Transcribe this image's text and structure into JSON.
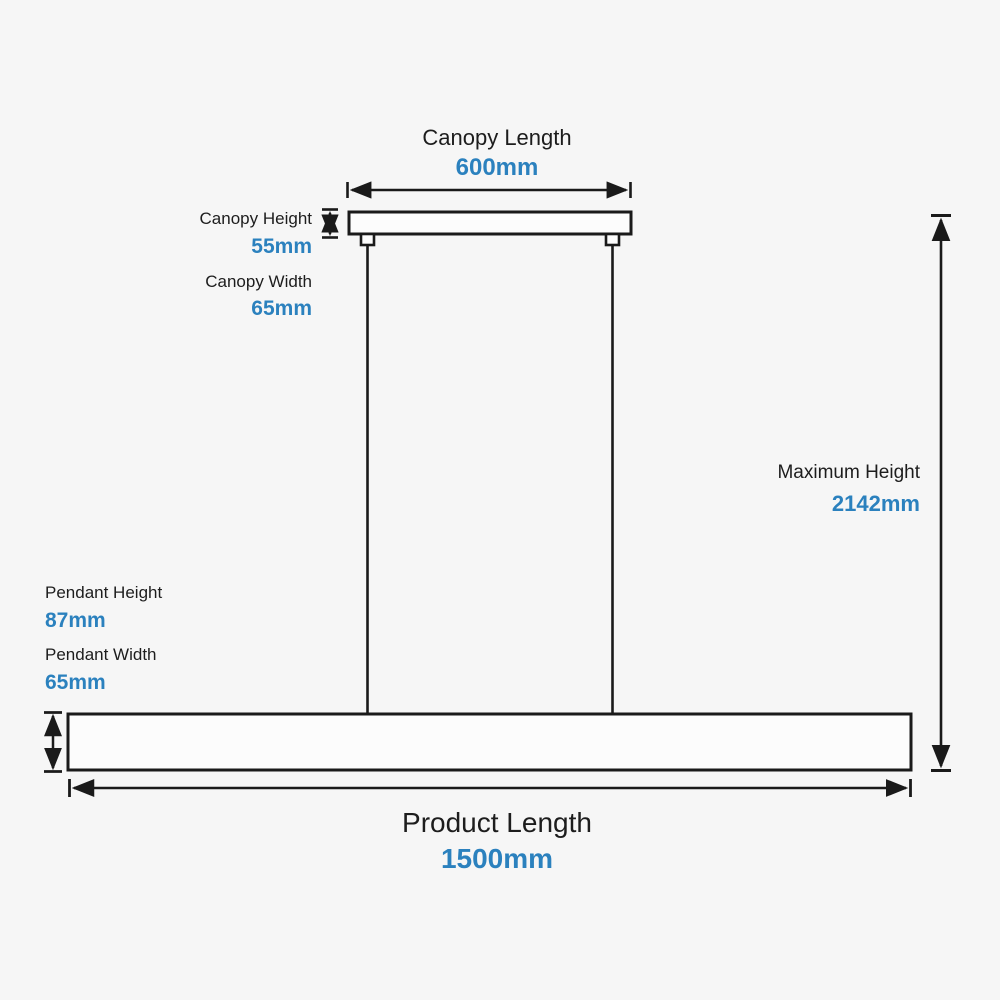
{
  "diagram": {
    "type": "product-dimension-diagram",
    "subject": "linear pendant light fixture",
    "dimensions": {
      "canopy_length": {
        "label": "Canopy Length",
        "value": "600mm"
      },
      "canopy_height": {
        "label": "Canopy Height",
        "value": "55mm"
      },
      "canopy_width": {
        "label": "Canopy Width",
        "value": "65mm"
      },
      "maximum_height": {
        "label": "Maximum Height",
        "value": "2142mm"
      },
      "pendant_height": {
        "label": "Pendant Height",
        "value": "87mm"
      },
      "pendant_width": {
        "label": "Pendant Width",
        "value": "65mm"
      },
      "product_length": {
        "label": "Product Length",
        "value": "1500mm"
      }
    },
    "colors": {
      "accent_blue": "#2b81be",
      "line_black": "#1a1a1a",
      "background": "#f6f6f6",
      "fixture_fill": "#fcfcfc"
    }
  }
}
